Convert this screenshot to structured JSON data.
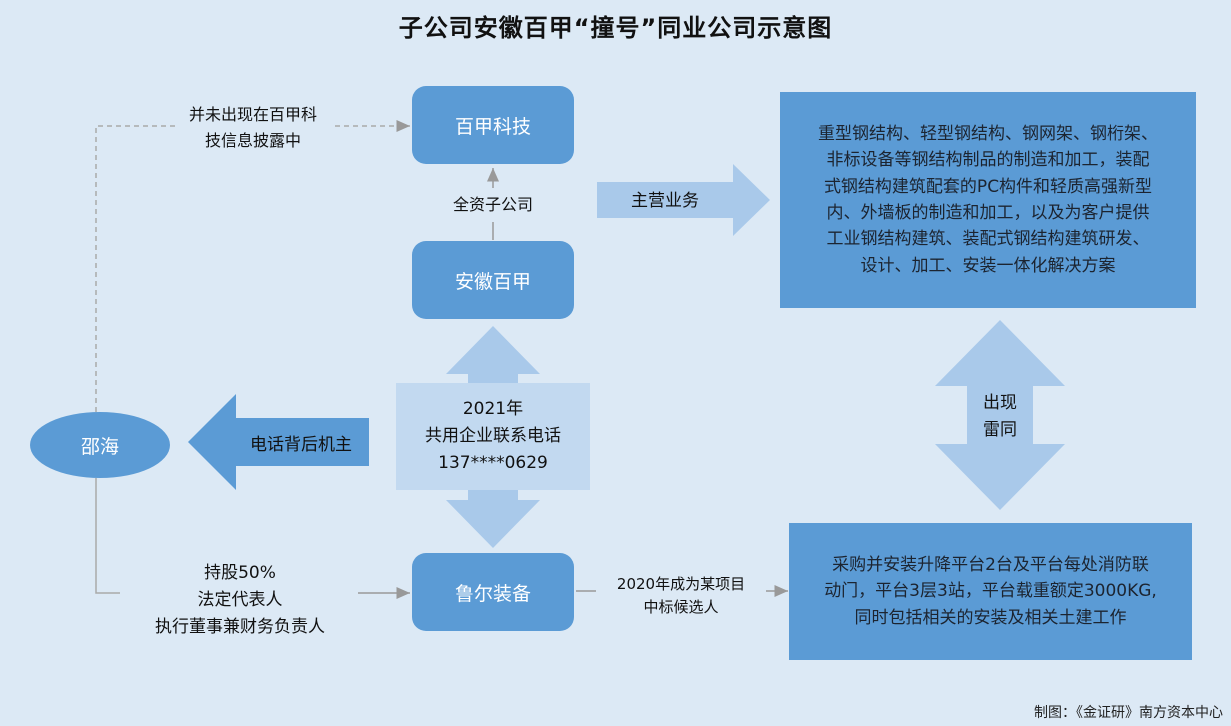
{
  "title": "子公司安徽百甲“撞号”同业公司示意图",
  "nodes": {
    "baijia_tech": "百甲科技",
    "anhui_baijia": "安徽百甲",
    "luer": "鲁尔装备",
    "shaohai": "邵海"
  },
  "labels": {
    "not_disclosed_line1": "并未出现在百甲科",
    "not_disclosed_line2": "技信息披露中",
    "wholly_owned": "全资子公司",
    "main_business": "主营业务",
    "phone_owner": "电话背后机主",
    "shared_phone_year": "2021年",
    "shared_phone_desc": "共用企业联系电话",
    "shared_phone_number": "137****0629",
    "appear_line1": "出现",
    "appear_line2": "雷同",
    "holding_line1": "持股50%",
    "holding_line2": "法定代表人",
    "holding_line3": "执行董事兼财务负责人",
    "bid_line1": "2020年成为某项目",
    "bid_line2": "中标候选人"
  },
  "business_box": {
    "lines": [
      "重型钢结构、轻型钢结构、钢网架、钢桁架、",
      "非标设备等钢结构制品的制造和加工，装配",
      "式钢结构建筑配套的PC构件和轻质高强新型",
      "内、外墙板的制造和加工，以及为客户提供",
      "工业钢结构建筑、装配式钢结构建筑研发、",
      "设计、加工、安装一体化解决方案"
    ]
  },
  "project_box": {
    "lines": [
      "采购并安装升降平台2台及平台每处消防联",
      "动门，平台3层3站，平台载重额定3000KG,",
      "同时包括相关的安装及相关土建工作"
    ]
  },
  "credit": "制图：《金证研》南方资本中心",
  "colors": {
    "background": "#dce9f5",
    "node_blue": "#5b9bd5",
    "light_arrow": "#a9c9ea",
    "connector": "#999999"
  }
}
